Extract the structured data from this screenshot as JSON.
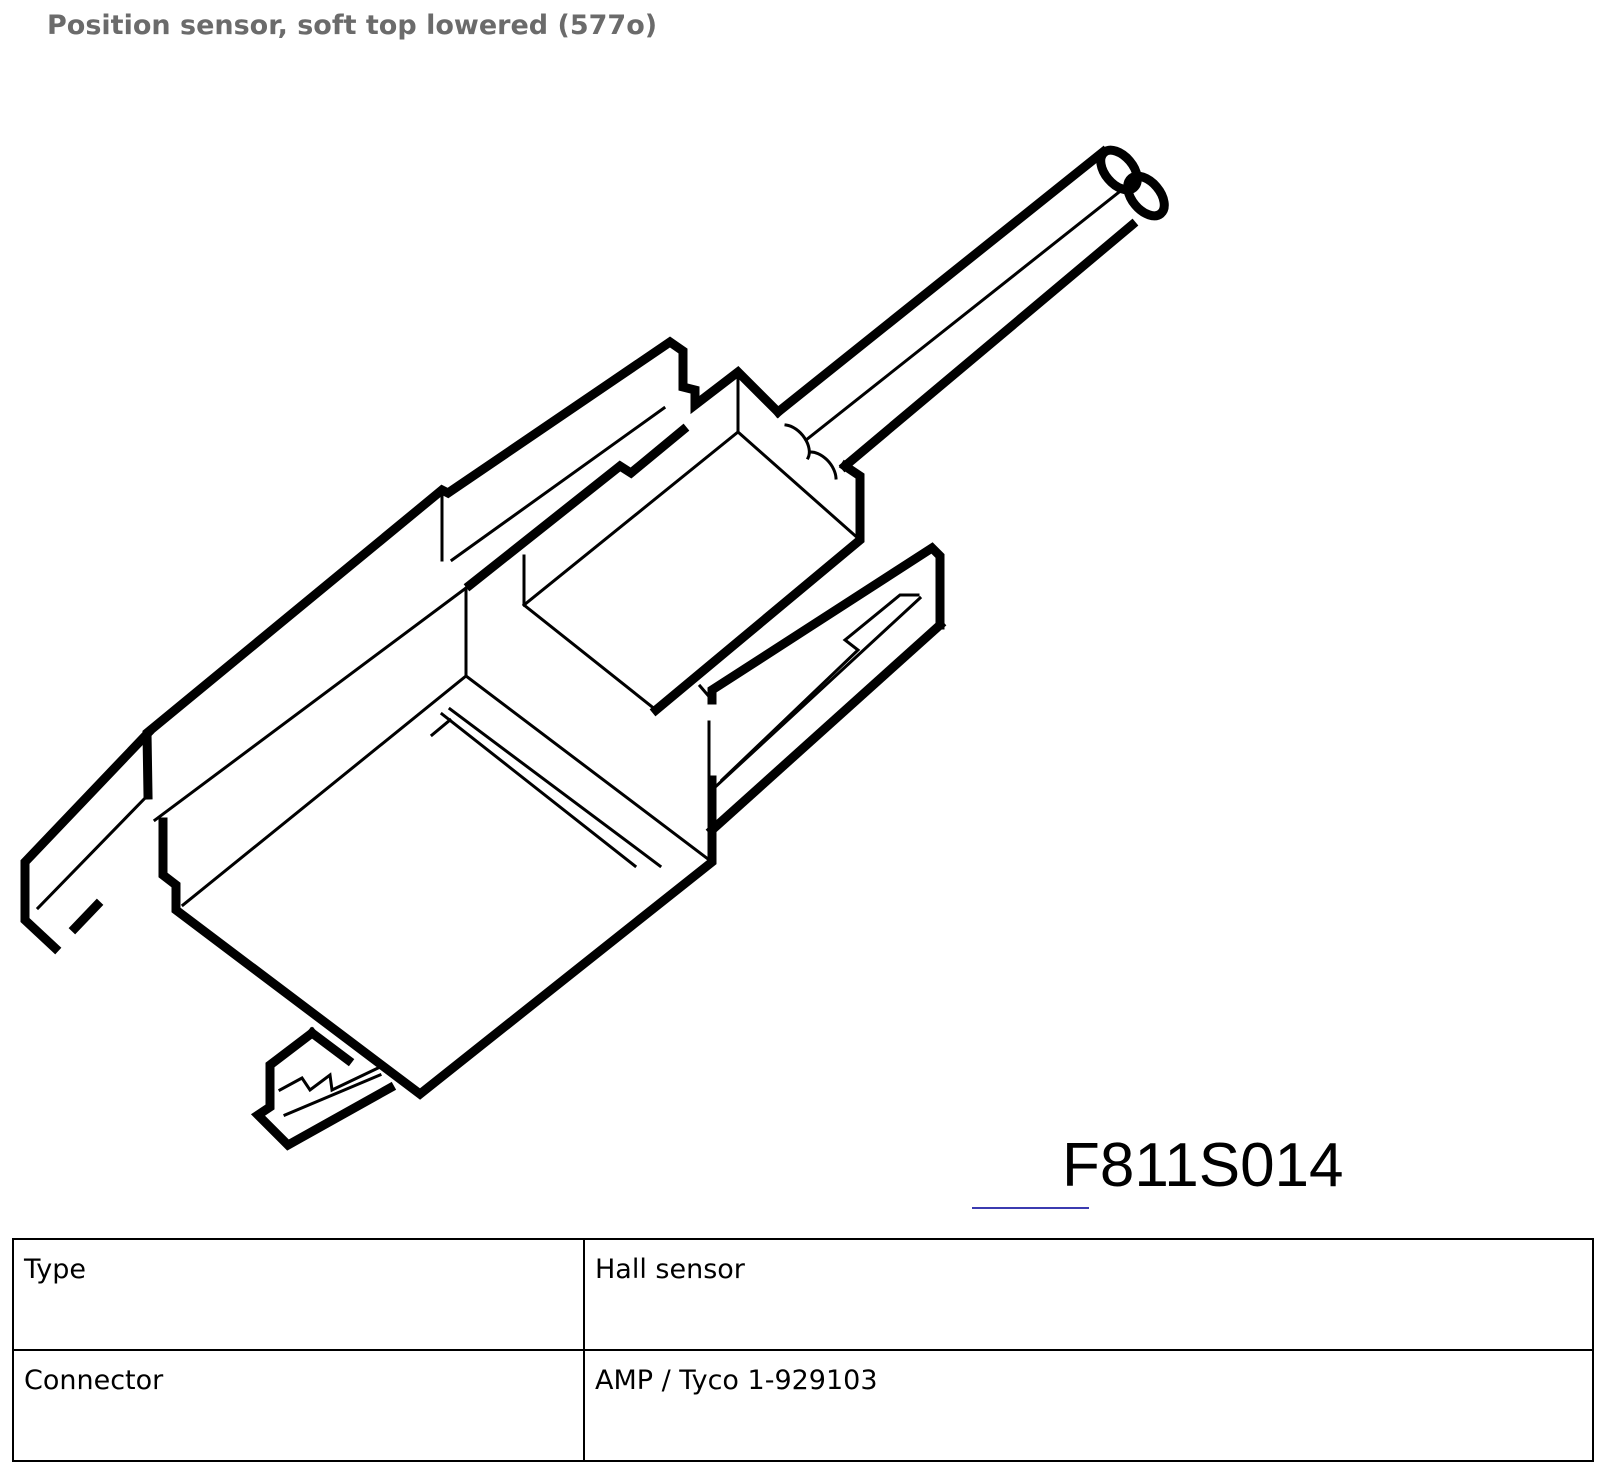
{
  "document": {
    "title": "Position sensor, soft top lowered (577o)",
    "figure_code": "F811S014"
  },
  "illustration": {
    "icon": "hall-sensor-connector-drawing",
    "stroke_color": "#000000"
  },
  "spec_table": {
    "rows": [
      {
        "label": "Type",
        "value": "Hall sensor"
      },
      {
        "label": "Connector",
        "value": "AMP / Tyco 1-929103"
      }
    ]
  },
  "colors": {
    "title": "#6b6b6b",
    "underline": "#3b3bb0"
  }
}
